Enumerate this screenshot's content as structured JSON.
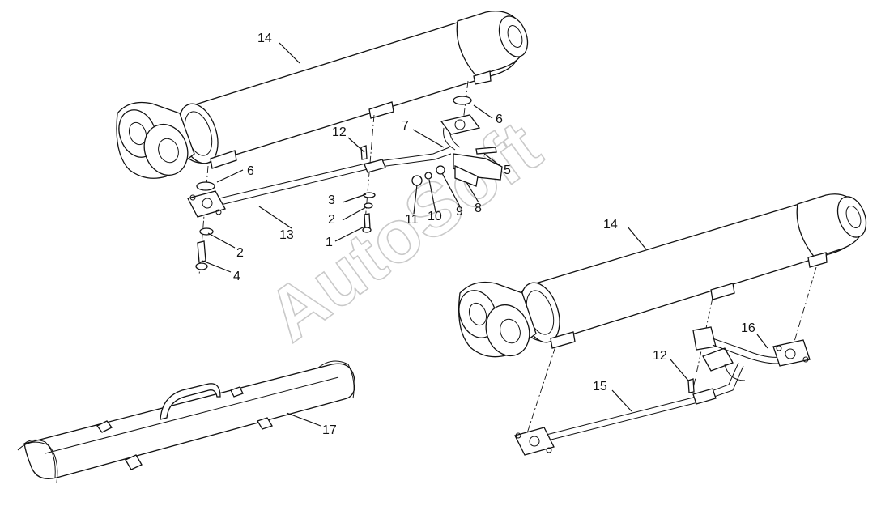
{
  "watermark": "AutoSoft",
  "callouts": {
    "c14a": "14",
    "c6a": "6",
    "c7": "7",
    "c12a": "12",
    "c6b": "6",
    "c5": "5",
    "c3": "3",
    "c2a": "2",
    "c1": "1",
    "c13": "13",
    "c2b": "2",
    "c4": "4",
    "c11": "11",
    "c10": "10",
    "c9": "9",
    "c8": "8",
    "c14b": "14",
    "c16": "16",
    "c12b": "12",
    "c15": "15",
    "c17": "17"
  }
}
